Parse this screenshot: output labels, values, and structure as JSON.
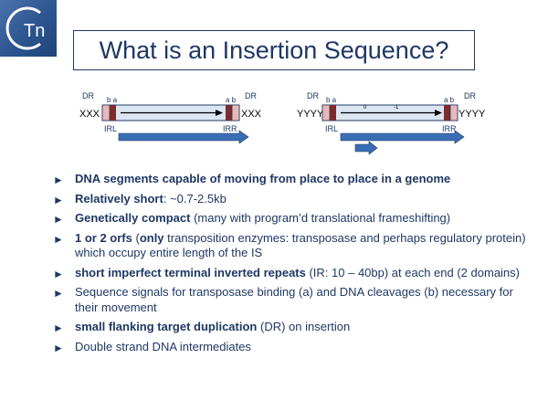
{
  "logo": {
    "text": "Tn"
  },
  "title": "What is an Insertion Sequence?",
  "diagram": {
    "left": {
      "flank_left": "XXX",
      "flank_right": "XXX",
      "dr_left": "DR",
      "dr_right": "DR",
      "ba": "b a",
      "ab": "a b",
      "irl": "IRL",
      "irr": "IRR"
    },
    "right": {
      "flank_left": "YYYY",
      "flank_right": "YYYY",
      "dr_left": "DR",
      "dr_right": "DR",
      "ba": "b a",
      "ab": "a b",
      "irl": "IRL",
      "irr": "IRR",
      "frame0": "0",
      "frame_minus1": "-1"
    }
  },
  "bullets": [
    {
      "bold": "DNA segments capable of moving from place to place in a genome",
      "rest": ""
    },
    {
      "bold": "Relatively short",
      "rest": ": ~0.7-2.5kb"
    },
    {
      "bold": "Genetically compact",
      "rest": " (many with program’d translational frameshifting)"
    },
    {
      "bold": "1 or 2 orfs",
      "rest": " (",
      "bold2": "only",
      "rest2": " transposition enzymes: transposase and perhaps regulatory protein) which occupy entire length of the IS"
    },
    {
      "bold": "short imperfect terminal inverted repeats",
      "rest": " (IR: 10 – 40bp) at each end (2 domains)"
    },
    {
      "bold": "",
      "rest": "Sequence signals for transposase binding (a) and DNA cleavages (b) necessary for their movement"
    },
    {
      "bold": "small flanking target duplication",
      "rest": " (DR) on insertion"
    },
    {
      "bold": "",
      "rest": "Double strand DNA intermediates"
    }
  ],
  "colors": {
    "navy": "#1f3864",
    "box_fill": "#dce6f2",
    "ir_light": "#e6b9b8",
    "ir_dark": "#7b2c2c",
    "arrow_blue": "#3a6eb4"
  }
}
